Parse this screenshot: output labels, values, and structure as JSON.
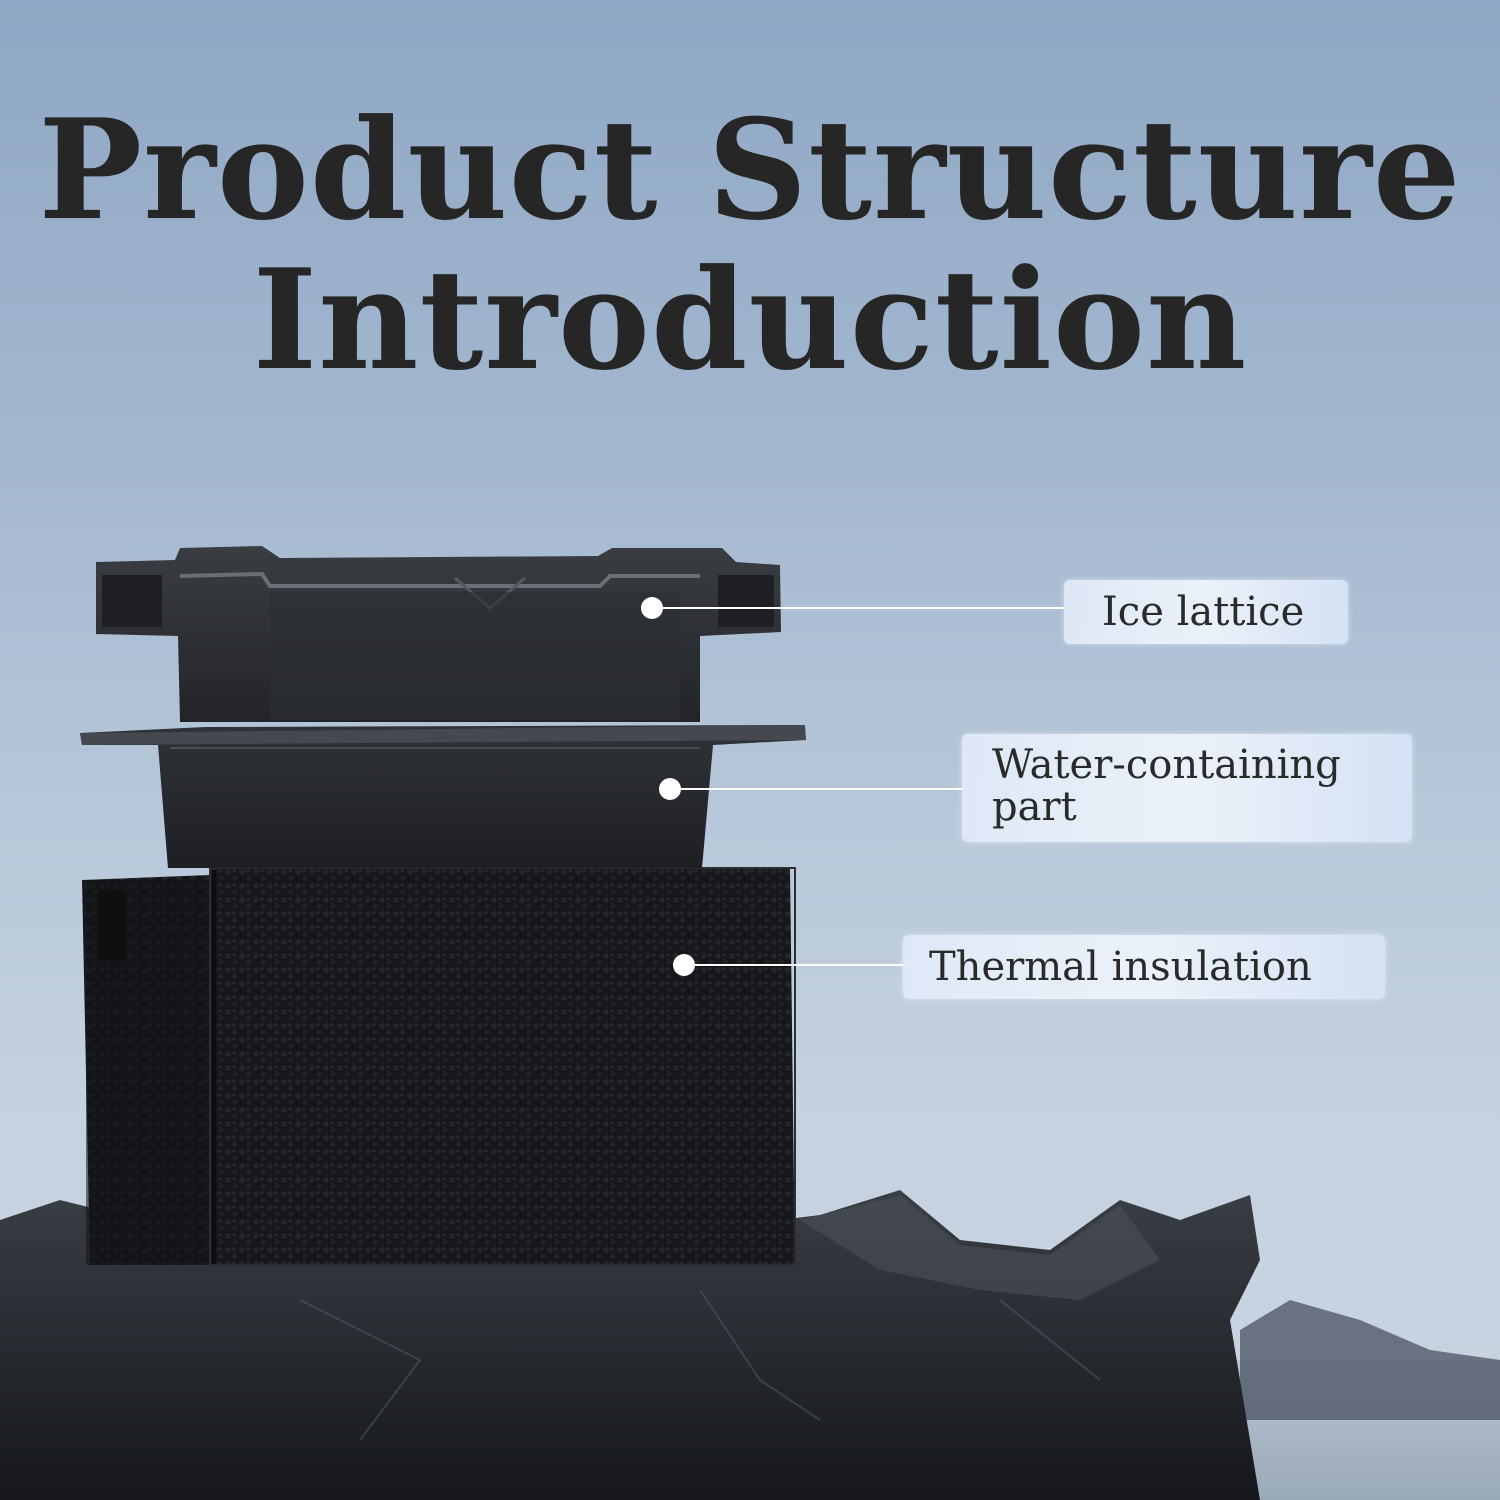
{
  "title": {
    "line1": "Product Structure",
    "line2": "Introduction"
  },
  "labels": {
    "ice_lattice": "Ice lattice",
    "water_part": "Water-containing part",
    "insulation": "Thermal insulation"
  },
  "colors": {
    "title_text": "#262626",
    "callout_line": "#ffffff",
    "product_black": "#1c1d20"
  }
}
